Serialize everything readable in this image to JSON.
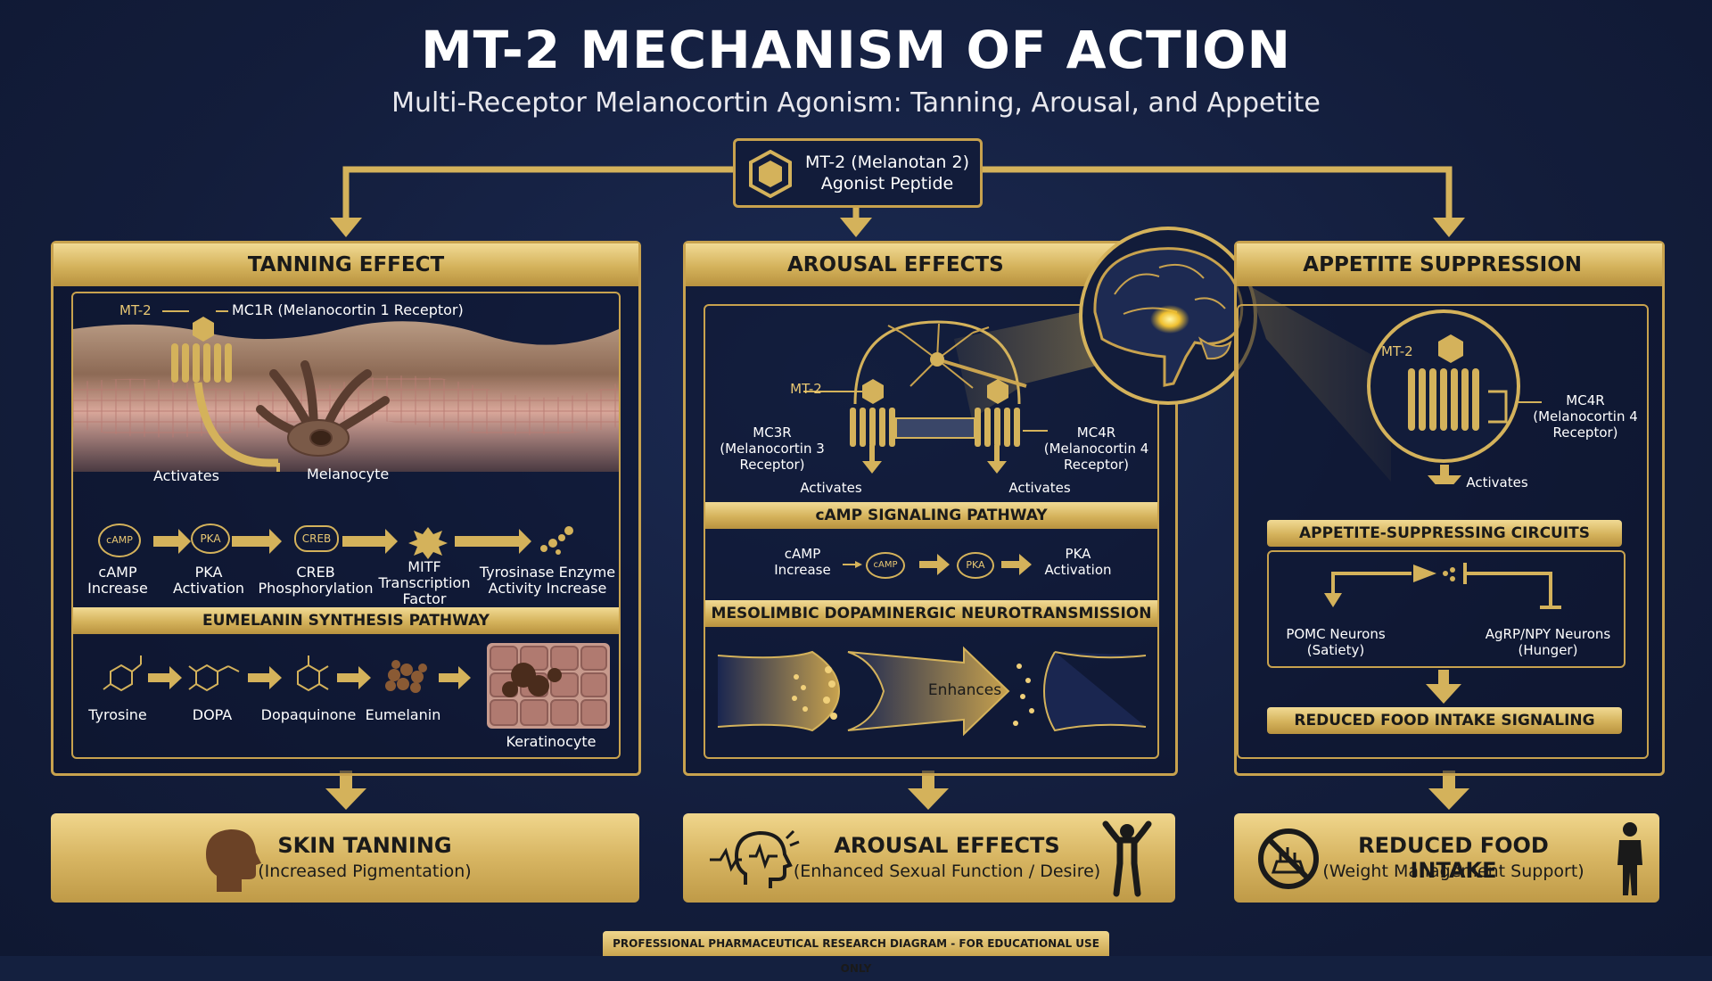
{
  "header": {
    "title": "MT-2 MECHANISM OF ACTION",
    "subtitle": "Multi-Receptor Melanocortin Agonism: Tanning, Arousal, and Appetite"
  },
  "source": {
    "line1": "MT-2 (Melanotan 2)",
    "line2": "Agonist Peptide"
  },
  "tanning": {
    "header": "TANNING EFFECT",
    "mt2": "MT-2",
    "receptor": "MC1R (Melanocortin 1 Receptor)",
    "activates": "Activates",
    "melanocyte": "Melanocyte",
    "steps": [
      {
        "icon": "cAMP",
        "l1": "cAMP",
        "l2": "Increase",
        "l3": ""
      },
      {
        "icon": "PKA",
        "l1": "PKA",
        "l2": "Activation",
        "l3": ""
      },
      {
        "icon": "CREB",
        "l1": "CREB",
        "l2": "Phosphorylation",
        "l3": ""
      },
      {
        "icon": "",
        "l1": "MITF",
        "l2": "Transcription",
        "l3": "Factor"
      },
      {
        "icon": "",
        "l1": "Tyrosinase Enzyme",
        "l2": "Activity Increase",
        "l3": ""
      }
    ],
    "pathway": "EUMELANIN SYNTHESIS PATHWAY",
    "synth": [
      "Tyrosine",
      "DOPA",
      "Dopaquinone",
      "Eumelanin",
      "Keratinocyte"
    ]
  },
  "arousal": {
    "header": "AROUSAL EFFECTS",
    "mt2": "MT-2",
    "mc3r": [
      "MC3R",
      "(Melanocortin 3",
      "Receptor)"
    ],
    "mc4r": [
      "MC4R",
      "(Melanocortin 4",
      "Receptor)"
    ],
    "activates": "Activates",
    "camp_bar": "cAMP SIGNALING PATHWAY",
    "camp_l1": "cAMP",
    "camp_l2": "Increase",
    "camp_icon": "cAMP",
    "pka_icon": "PKA",
    "pka_l1": "PKA",
    "pka_l2": "Activation",
    "meso_bar": "MESOLIMBIC DOPAMINERGIC NEUROTRANSMISSION",
    "enhances": "Enhances"
  },
  "appetite": {
    "header": "APPETITE SUPPRESSION",
    "mt2": "MT-2",
    "mc4r": [
      "MC4R",
      "(Melanocortin 4",
      "Receptor)"
    ],
    "activates": "Activates",
    "circuits": "APPETITE-SUPPRESSING CIRCUITS",
    "pomc": [
      "POMC Neurons",
      "(Satiety)"
    ],
    "agrp": [
      "AgRP/NPY Neurons",
      "(Hunger)"
    ],
    "reduced_bar": "REDUCED FOOD INTAKE SIGNALING"
  },
  "outcomes": [
    {
      "title": "SKIN TANNING",
      "sub": "(Increased Pigmentation)"
    },
    {
      "title": "AROUSAL EFFECTS",
      "sub": "(Enhanced Sexual Function / Desire)"
    },
    {
      "title": "REDUCED FOOD INTAKE",
      "sub": "(Weight Management Support)"
    }
  ],
  "footer": "PROFESSIONAL PHARMACEUTICAL RESEARCH DIAGRAM - FOR EDUCATIONAL USE ONLY",
  "colors": {
    "gold": "#d4b25b",
    "navy": "#14203f"
  }
}
